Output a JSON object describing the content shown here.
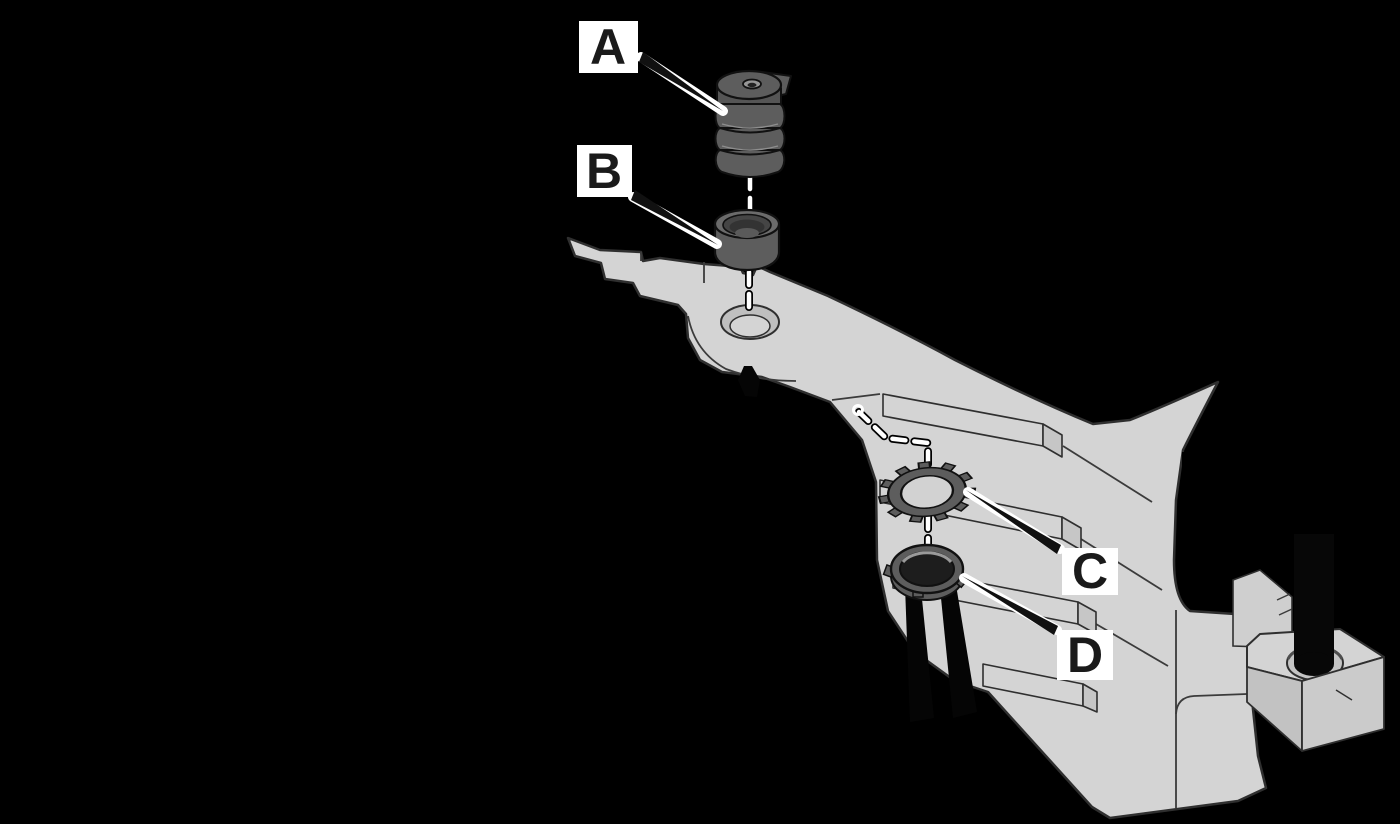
{
  "diagram": {
    "colors": {
      "background": "#000000",
      "bracket": "#d4d4d4",
      "bracket_shade": "#c6c6c6",
      "part_dark_gray": "#5d5d5d",
      "outline": "#2f2f2f",
      "label_box": "#ffffff",
      "label_text": "#1a1a1a",
      "leader_casing": "#ffffff",
      "leader_line": "#111111"
    },
    "callouts": {
      "a": {
        "label": "A"
      },
      "b": {
        "label": "B"
      },
      "c": {
        "label": "C"
      },
      "d": {
        "label": "D"
      }
    }
  }
}
